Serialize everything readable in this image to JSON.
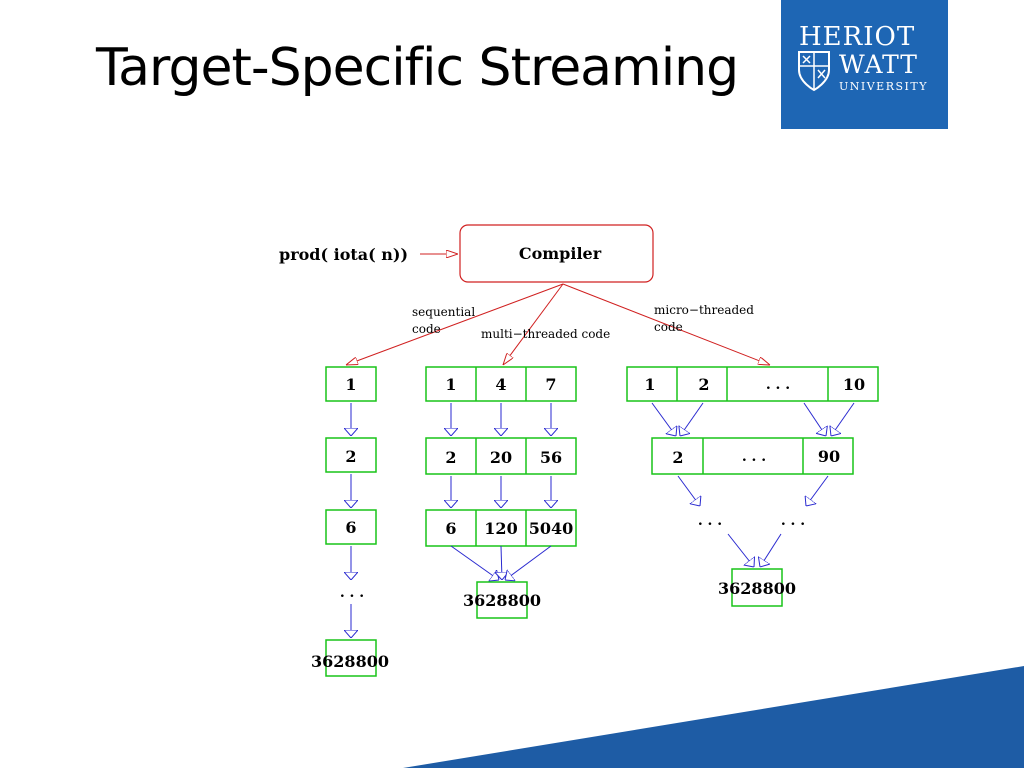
{
  "slide": {
    "title": "Target-Specific Streaming"
  },
  "logo": {
    "line1": "HERIOT",
    "line2": "WATT",
    "line3": "UNIVERSITY"
  },
  "colors": {
    "compiler_box": "#d02020",
    "cell_box": "#19c419",
    "arrow": "#2a2ad0",
    "brand": "#1e66b4"
  },
  "diagram": {
    "input_expr": "prod( iota( n))",
    "compiler_label": "Compiler",
    "branch_labels": {
      "sequential": [
        "sequential",
        "code"
      ],
      "multi": "multi−threaded code",
      "micro": [
        "micro−threaded",
        "code"
      ]
    },
    "sequential": {
      "cells": [
        "1",
        "2",
        "6"
      ],
      "ellipsis": ". . .",
      "result": "3628800"
    },
    "multi": {
      "row1": [
        "1",
        "4",
        "7"
      ],
      "row2": [
        "2",
        "20",
        "56"
      ],
      "row3": [
        "6",
        "120",
        "5040"
      ],
      "result": "3628800"
    },
    "micro": {
      "row1": [
        "1",
        "2",
        ". . .",
        "10"
      ],
      "row2": [
        "2",
        ". . .",
        "90"
      ],
      "ellipsis_left": ". . .",
      "ellipsis_right": ". . .",
      "result": "3628800"
    }
  }
}
